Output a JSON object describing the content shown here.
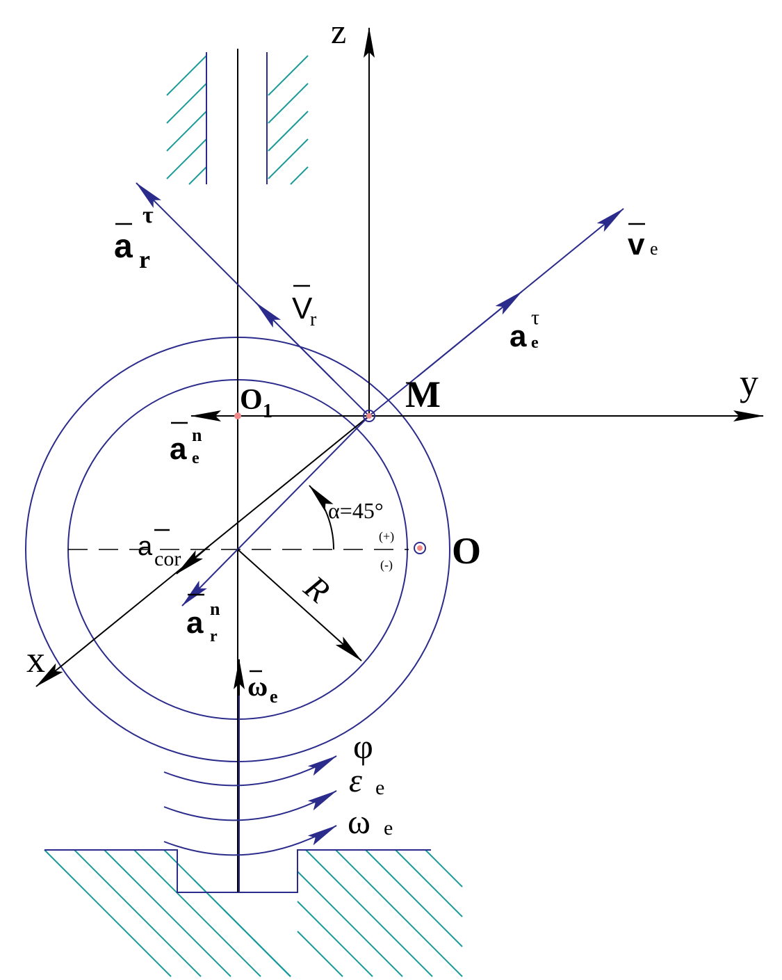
{
  "colors": {
    "blue": "#2b2b8c",
    "black": "#000000",
    "hatch": "#1a9a9a",
    "point_fill": "#f08a8a"
  },
  "labels": {
    "z_axis": "z",
    "y_axis": "y",
    "x_axis": "x",
    "point_m": "M",
    "point_o": "O",
    "point_o1": "O",
    "point_o1_sub": "1",
    "a_r_tau": "a",
    "a_r_tau_sup": "τ",
    "a_r_tau_sub": "r",
    "v_r": "V",
    "v_r_sub": "r",
    "v_e": "v",
    "v_e_sub": "e",
    "a_e_tau": "a",
    "a_e_tau_sup": "τ",
    "a_e_tau_sub": "e",
    "a_e_n": "a",
    "a_e_n_sup": "n",
    "a_e_n_sub": "e",
    "a_cor": "a",
    "a_cor_sub": "cor",
    "a_r_n": "a",
    "a_r_n_sup": "n",
    "a_r_n_sub": "r",
    "omega_e_vec": "ω",
    "omega_e_vec_sub": "e",
    "angle_alpha": "α=45°",
    "radius": "R",
    "plus_sign": "(+)",
    "minus_sign": "(-)",
    "phi": "φ",
    "epsilon_e": "ε",
    "epsilon_e_sub": "e",
    "omega_e": "ω",
    "omega_e_sub": "e"
  }
}
